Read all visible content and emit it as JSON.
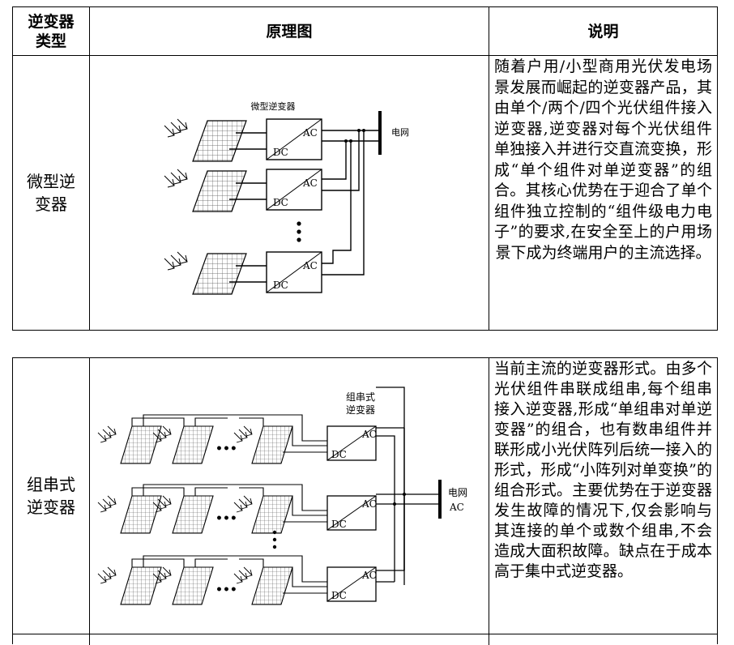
{
  "header": {
    "type_col_line1": "逆变器",
    "type_col_line2": "类型",
    "diagram_col": "原理图",
    "desc_col": "说明"
  },
  "rows": [
    {
      "type_line1": "微型逆",
      "type_line2": "变器",
      "diagram_title": "微型逆变器",
      "grid_label": "电网",
      "ac": "AC",
      "dc": "DC",
      "description": "随着户用/小型商用光伏发电场景发展而崛起的逆变器产品，其由单个/两个/四个光伏组件接入逆变器,逆变器对每个光伏组件单独接入并进行交直流变换，形成“单个组件对单逆变器”的组合。其核心优势在于迎合了单个组件独立控制的“组件级电力电子”的要求,在安全至上的户用场景下成为终端用户的主流选择。"
    },
    {
      "type_line1": "组串式",
      "type_line2": "逆变器",
      "diagram_title_line1": "组串式",
      "diagram_title_line2": "逆变器",
      "grid_label_line1": "电网",
      "grid_label_line2": "AC",
      "ac": "AC",
      "dc": "DC",
      "ellipsis": "•••",
      "description": "当前主流的逆变器形式。由多个光伏组件串联成组串,每个组串接入逆变器,形成“单组串对单逆变器”的组合，也有数串组件并联形成小光伏阵列后统一接入的形式，形成“小阵列对单变换”的组合形式。主要优势在于逆变器发生故障的情况下,仅会影响与其连接的单个或数个组串,不会造成大面积故障。缺点在于成本高于集中式逆变器。"
    }
  ]
}
